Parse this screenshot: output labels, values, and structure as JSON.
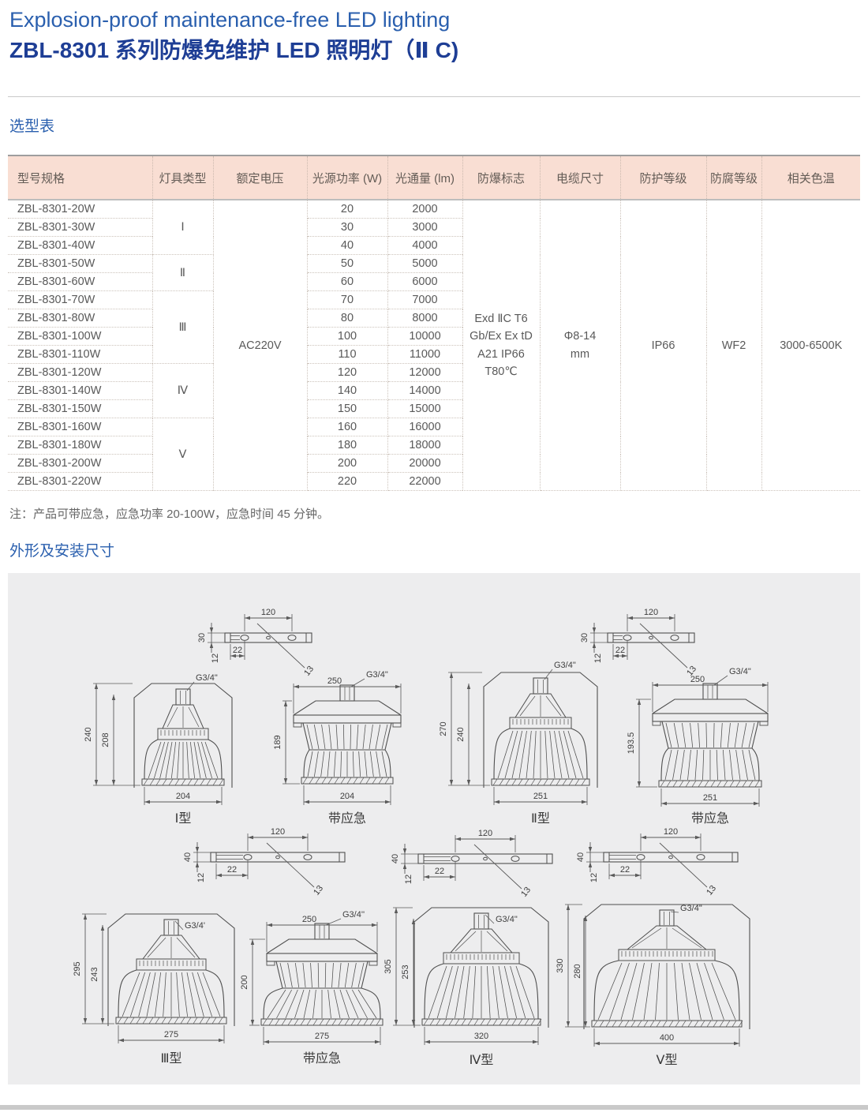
{
  "header": {
    "title_en": "Explosion-proof maintenance-free LED lighting",
    "title_zh": "ZBL-8301 系列防爆免维护 LED 照明灯（Ⅱ C)"
  },
  "selection_table": {
    "section_title": "选型表",
    "headers": [
      "型号规格",
      "灯具类型",
      "额定电压",
      "光源功率 (W)",
      "光通量 (lm)",
      "防爆标志",
      "电缆尺寸",
      "防护等级",
      "防腐等级",
      "相关色温"
    ],
    "rows": [
      {
        "model": "ZBL-8301-20W",
        "power": "20",
        "lumen": "2000"
      },
      {
        "model": "ZBL-8301-30W",
        "power": "30",
        "lumen": "3000"
      },
      {
        "model": "ZBL-8301-40W",
        "power": "40",
        "lumen": "4000"
      },
      {
        "model": "ZBL-8301-50W",
        "power": "50",
        "lumen": "5000"
      },
      {
        "model": "ZBL-8301-60W",
        "power": "60",
        "lumen": "6000"
      },
      {
        "model": "ZBL-8301-70W",
        "power": "70",
        "lumen": "7000"
      },
      {
        "model": "ZBL-8301-80W",
        "power": "80",
        "lumen": "8000"
      },
      {
        "model": "ZBL-8301-100W",
        "power": "100",
        "lumen": "10000"
      },
      {
        "model": "ZBL-8301-110W",
        "power": "110",
        "lumen": "11000"
      },
      {
        "model": "ZBL-8301-120W",
        "power": "120",
        "lumen": "12000"
      },
      {
        "model": "ZBL-8301-140W",
        "power": "140",
        "lumen": "14000"
      },
      {
        "model": "ZBL-8301-150W",
        "power": "150",
        "lumen": "15000"
      },
      {
        "model": "ZBL-8301-160W",
        "power": "160",
        "lumen": "16000"
      },
      {
        "model": "ZBL-8301-180W",
        "power": "180",
        "lumen": "18000"
      },
      {
        "model": "ZBL-8301-200W",
        "power": "200",
        "lumen": "20000"
      },
      {
        "model": "ZBL-8301-220W",
        "power": "220",
        "lumen": "22000"
      }
    ],
    "type_groups": [
      {
        "label": "Ⅰ",
        "span": 3
      },
      {
        "label": "Ⅱ",
        "span": 2
      },
      {
        "label": "Ⅲ",
        "span": 4
      },
      {
        "label": "Ⅳ",
        "span": 3
      },
      {
        "label": "Ⅴ",
        "span": 4
      }
    ],
    "merged": {
      "rated_voltage": "AC220V",
      "ex_mark_lines": [
        "Exd ⅡC T6",
        "Gb/Ex Ex tD",
        "A21 IP66",
        "T80℃"
      ],
      "cable_size_lines": [
        "Φ8-14",
        "mm"
      ],
      "protection": "IP66",
      "anti_corrosion": "WF2",
      "color_temp": "3000-6500K"
    },
    "note": "注：产品可带应急，应急功率 20-100W，应急时间 45 分钟。"
  },
  "dimensions": {
    "section_title": "外形及安装尺寸",
    "groups": [
      {
        "name": "type-1",
        "bracket": {
          "span": "120",
          "width": "30",
          "slot_offset": "12",
          "end_offset": "22",
          "hole": "13"
        },
        "main": {
          "label": "Ⅰ型",
          "thread": "G3/4\"",
          "overall_h": "240",
          "body_h": "208",
          "base_w": "204"
        },
        "emergency": {
          "label": "带应急",
          "thread": "G3/4\"",
          "top_w": "250",
          "body_h": "189",
          "base_w": "204"
        }
      },
      {
        "name": "type-2",
        "bracket": {
          "span": "120",
          "width": "30",
          "slot_offset": "12",
          "end_offset": "22",
          "hole": "13"
        },
        "main": {
          "label": "Ⅱ型",
          "thread": "G3/4\"",
          "overall_h": "270",
          "body_h": "240",
          "base_w": "251"
        },
        "emergency": {
          "label": "带应急",
          "thread": "G3/4\"",
          "top_w": "250",
          "body_h": "193.5",
          "base_w": "251"
        }
      },
      {
        "name": "type-3",
        "bracket": {
          "span": "120",
          "width": "40",
          "slot_offset": "12",
          "end_offset": "22",
          "hole": "13"
        },
        "main": {
          "label": "Ⅲ型",
          "thread": "G3/4'",
          "overall_h": "295",
          "body_h": "243",
          "base_w": "275"
        },
        "emergency": {
          "label": "带应急",
          "thread": "G3/4''",
          "top_w": "250",
          "body_h": "200",
          "base_w": "275"
        }
      },
      {
        "name": "type-4",
        "bracket": {
          "span": "120",
          "width": "40",
          "slot_offset": "12",
          "end_offset": "22",
          "hole": "13"
        },
        "main": {
          "label": "Ⅳ型",
          "thread": "G3/4\"",
          "overall_h": "305",
          "body_h": "253",
          "base_w": "320"
        }
      },
      {
        "name": "type-5",
        "bracket": {
          "span": "120",
          "width": "40",
          "slot_offset": "12",
          "end_offset": "22",
          "hole": "13"
        },
        "main": {
          "label": "Ⅴ型",
          "thread": "G3/4\"",
          "overall_h": "330",
          "body_h": "280",
          "base_w": "400"
        }
      }
    ]
  }
}
